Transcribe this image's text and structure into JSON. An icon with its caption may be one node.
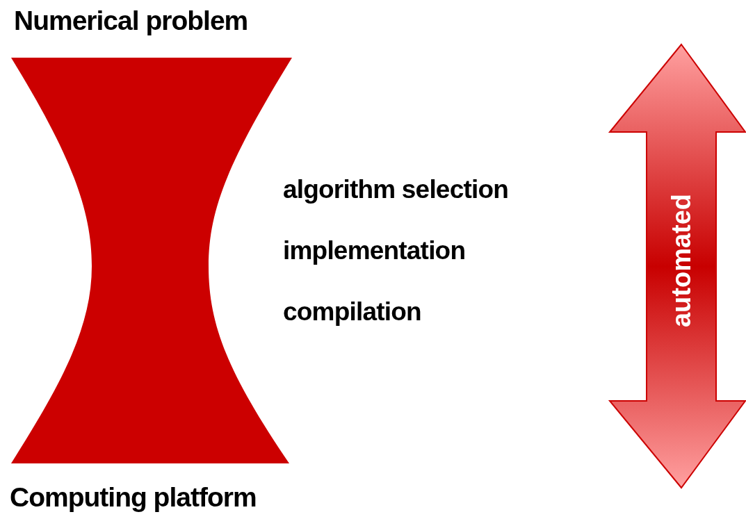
{
  "diagram": {
    "nodes": [
      {
        "text": [
          "Numerical problem",
          "Computing platform"
        ]
      },
      {
        "text": [
          "automated"
        ]
      }
    ],
    "labels": [
      "algorithm selection",
      "implementation",
      "compilation"
    ]
  }
}
